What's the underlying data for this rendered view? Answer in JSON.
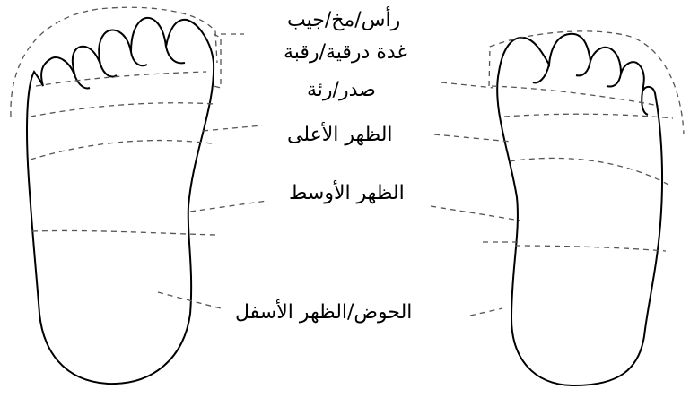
{
  "labels": {
    "head": "رأس/مخ/جيب",
    "thyroid": "غدة درقية/رقبة",
    "chest": "صدر/رئة",
    "upper_back": "الظهر الأعلى",
    "middle_back": "الظهر الأوسط",
    "pelvis_lower_back": "الحوض/الظهر الأسفل"
  },
  "colors": {
    "outline": "#000000",
    "dashed": "#555555",
    "background": "#ffffff"
  }
}
